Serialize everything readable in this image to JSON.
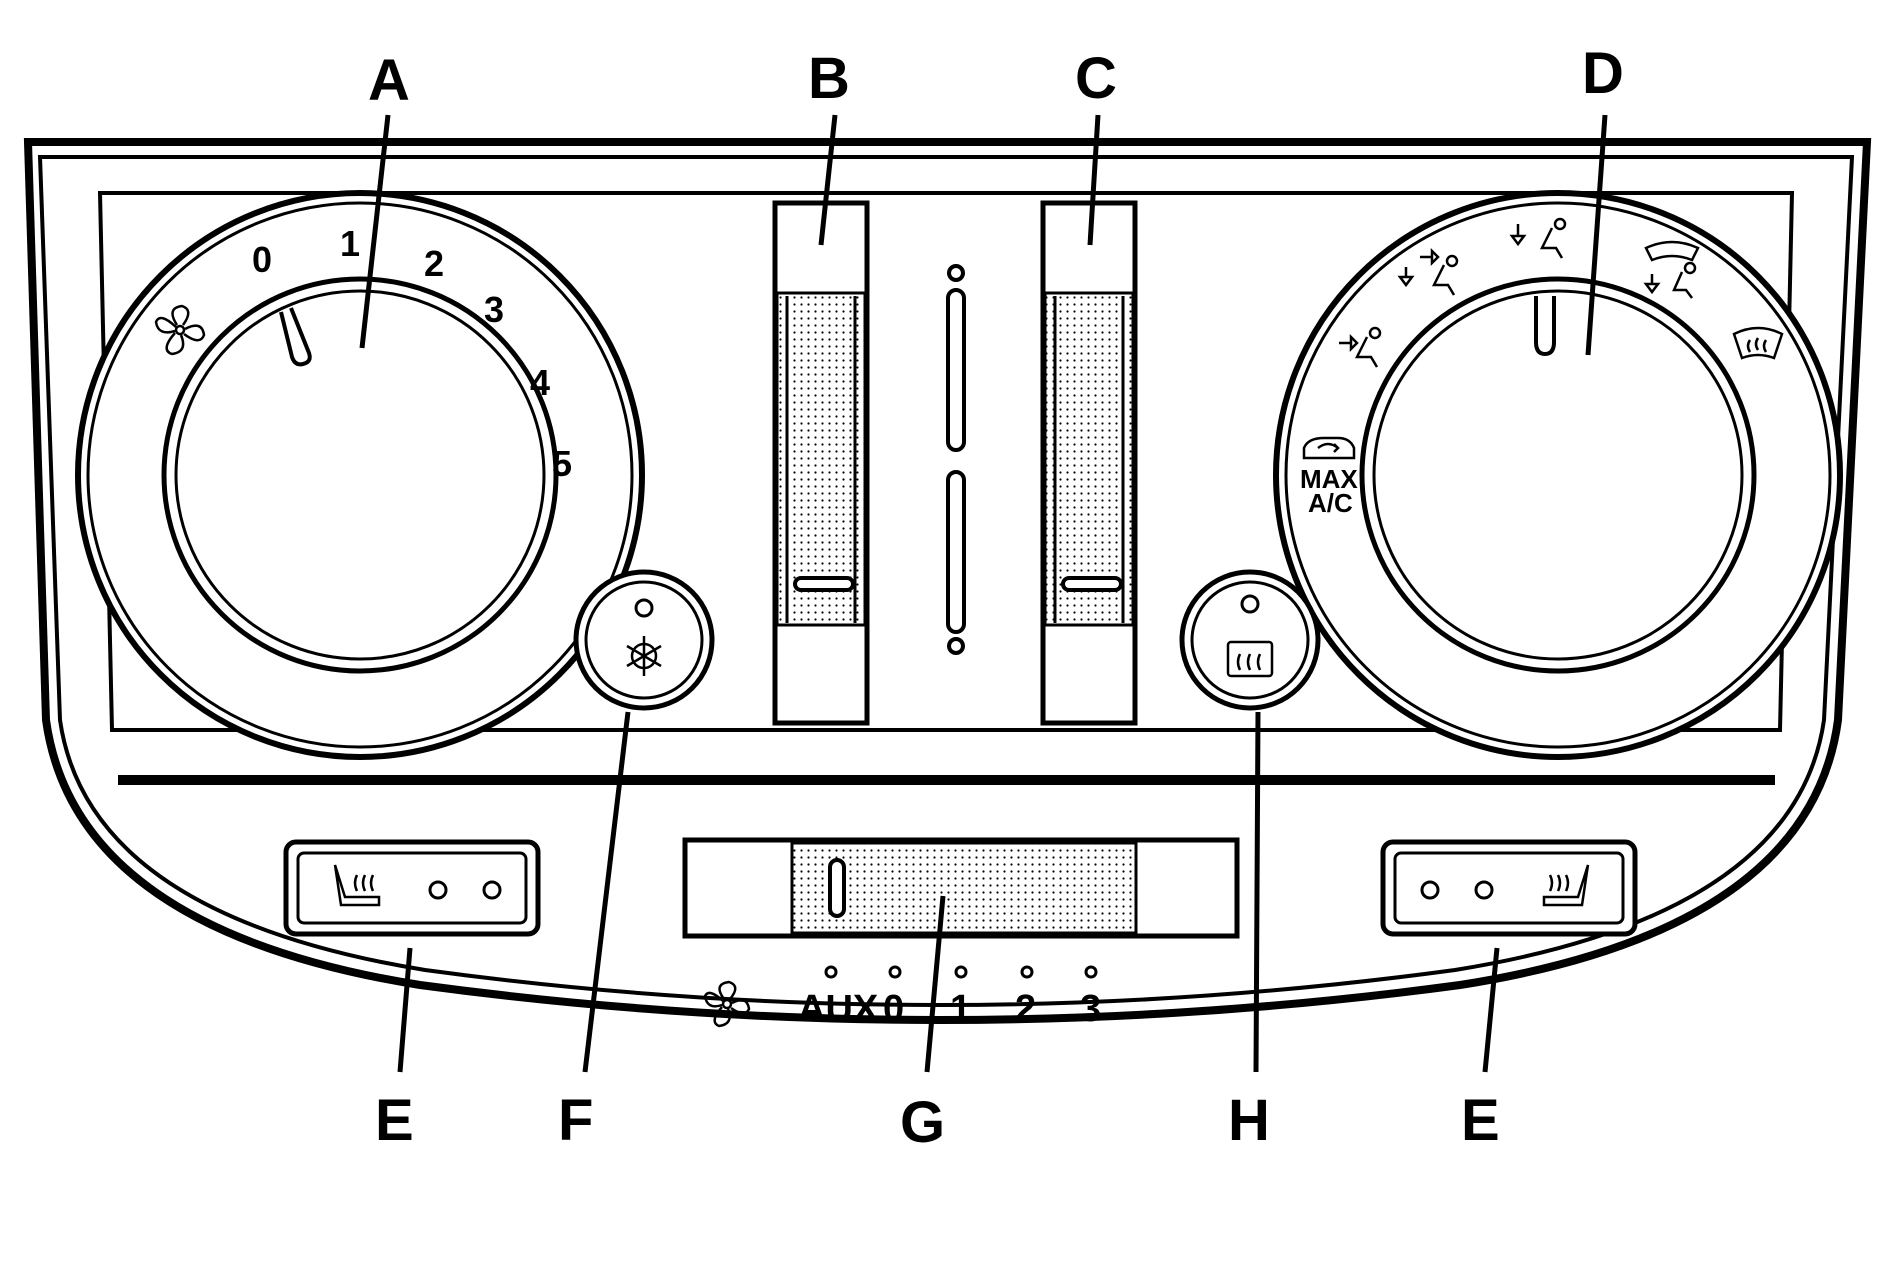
{
  "callouts": {
    "a": "A",
    "b": "B",
    "c": "C",
    "d": "D",
    "e_left": "E",
    "e_right": "E",
    "f": "F",
    "g": "G",
    "h": "H"
  },
  "fan_dial": {
    "icon": "fan-icon",
    "numbers": [
      "0",
      "1",
      "2",
      "3",
      "4",
      "5"
    ]
  },
  "mode_dial": {
    "icons": [
      "vent-mode-icon",
      "bi-level-mode-icon",
      "floor-mode-icon",
      "defog-mode-icon",
      "defrost-mode-icon",
      "recirculation-icon"
    ],
    "max_line1": "MAX",
    "max_line2": "A/C"
  },
  "ac_button": {
    "icon": "snowflake-icon"
  },
  "rear_defog_button": {
    "icon": "rear-defrost-icon"
  },
  "seat_heater_left": {
    "icon": "heated-seat-icon"
  },
  "seat_heater_right": {
    "icon": "heated-seat-icon"
  },
  "aux_fan": {
    "icon": "fan-icon",
    "labels": [
      "AUX",
      "0",
      "1",
      "2",
      "3"
    ]
  },
  "colors": {
    "ink": "#000000",
    "paper": "#ffffff"
  }
}
